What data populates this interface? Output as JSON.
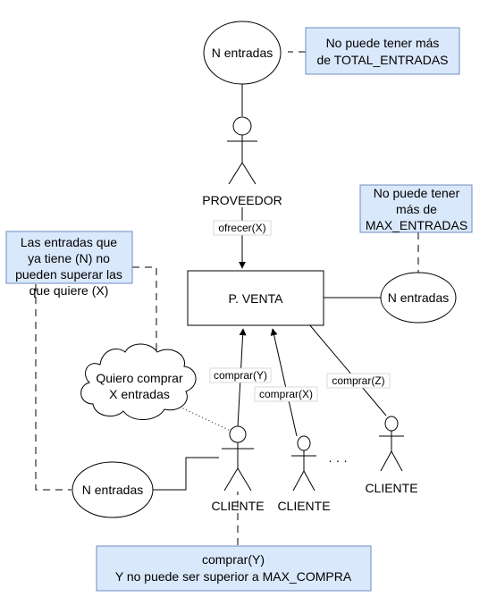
{
  "notes": {
    "total": [
      "No puede tener más",
      "de TOTAL_ENTRADAS"
    ],
    "max_entradas": [
      "No puede tener",
      "más de",
      "MAX_ENTRADAS"
    ],
    "cliente_entradas": [
      "Las entradas que",
      "ya tiene (N) no",
      "pueden superar las",
      "que quiere (X)"
    ],
    "max_compra": [
      "comprar(Y)",
      "Y no puede ser superior a MAX_COMPRA"
    ]
  },
  "ellipses": {
    "proveedor": "N entradas",
    "venta": "N entradas",
    "cliente": "N entradas"
  },
  "cloud": [
    "Quiero comprar",
    "X entradas"
  ],
  "venta_box": "P. VENTA",
  "actors": {
    "proveedor": "PROVEEDOR",
    "cliente1": "CLIENTE",
    "cliente2": "CLIENTE",
    "cliente3": "CLIENTE"
  },
  "edges": {
    "ofrecer": "ofrecer(X)",
    "comprar_y": "comprar(Y)",
    "comprar_x": "comprar(X)",
    "comprar_z": "comprar(Z)"
  },
  "ellipsis_mark": "· · ·",
  "colors": {
    "note_fill": "#dae8fc",
    "note_stroke": "#6c8ebf"
  }
}
